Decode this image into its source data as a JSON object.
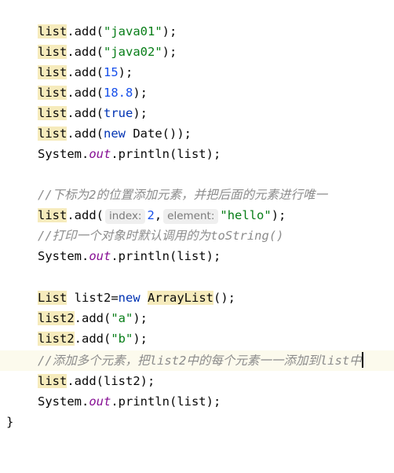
{
  "code": {
    "l01": {
      "m1": "list",
      "m2": ".add",
      "p1": "(",
      "s": "\"java01\"",
      "p2": ");"
    },
    "l02": {
      "m1": "list",
      "m2": ".add",
      "p1": "(",
      "s": "\"java02\"",
      "p2": ");"
    },
    "l03": {
      "m1": "list",
      "m2": ".add",
      "p1": "(",
      "n": "15",
      "p2": ");"
    },
    "l04": {
      "m1": "list",
      "m2": ".add",
      "p1": "(",
      "n": "18.8",
      "p2": ");"
    },
    "l05": {
      "m1": "list",
      "m2": ".add",
      "p1": "(",
      "k": "true",
      "p2": ");"
    },
    "l06": {
      "m1": "list",
      "m2": ".add",
      "p1": "(",
      "k": "new",
      "t": " Date());"
    },
    "l07": {
      "a": "System.",
      "f": "out",
      "b": ".println(list);"
    },
    "l09": {
      "comment": "//下标为2的位置添加元素，并把后面的元素进行唯一"
    },
    "l10": {
      "m1": "list",
      "m2": ".add",
      "p1": "(",
      "hint1": "index:",
      "n": "2",
      "c": ",",
      "hint2": "element:",
      "s": "\"hello\"",
      "p2": ");"
    },
    "l11": {
      "comment": "//打印一个对象时默认调用的为toString()"
    },
    "l12": {
      "a": "System.",
      "f": "out",
      "b": ".println(list);"
    },
    "l14": {
      "t1": "List",
      "t2": " list2=",
      "k": "new",
      "sp": " ",
      "t3": "ArrayList",
      "t4": "();"
    },
    "l15": {
      "m1": "list2",
      "m2": ".add",
      "p1": "(",
      "s": "\"a\"",
      "p2": ");"
    },
    "l16": {
      "m1": "list2",
      "m2": ".add",
      "p1": "(",
      "s": "\"b\"",
      "p2": ");"
    },
    "l17": {
      "comment": "//添加多个元素，把list2中的每个元素一一添加到list中"
    },
    "l18": {
      "m1": "list",
      "m2": ".add",
      "t": "(list2);"
    },
    "l19": {
      "a": "System.",
      "f": "out",
      "b": ".println(list);"
    },
    "l21": {
      "brace": "}"
    }
  },
  "colors": {
    "string": "#067d17",
    "number": "#1750eb",
    "keyword": "#0033b3",
    "field": "#871094",
    "comment": "#8c8c8c",
    "usage_highlight": "#f6ebbc",
    "current_line": "#fcfaed"
  }
}
